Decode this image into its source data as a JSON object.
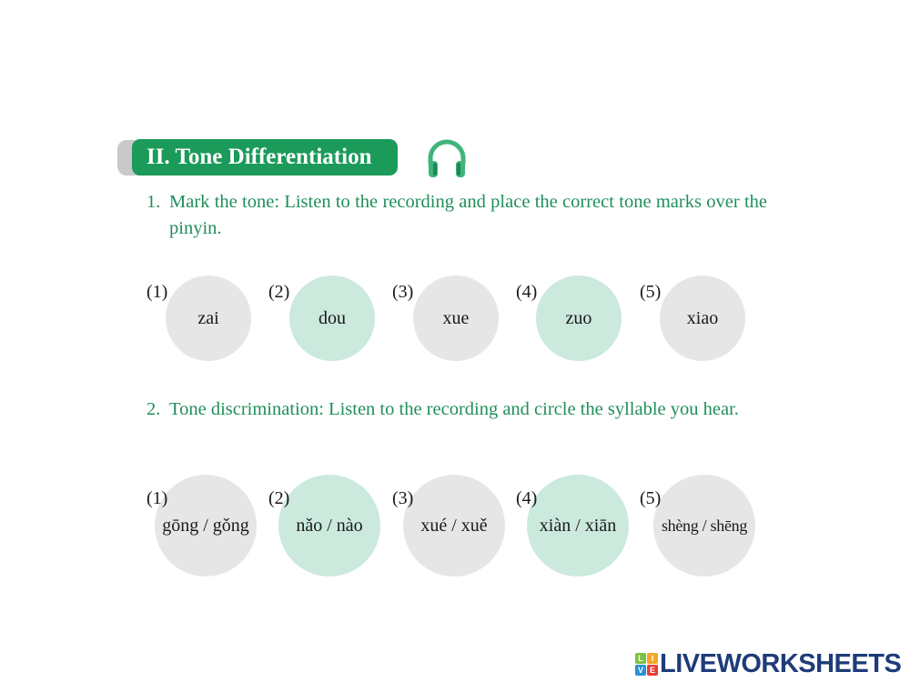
{
  "section": {
    "title": "II. Tone Differentiation",
    "audio_icon": "headphones-icon",
    "colors": {
      "accent": "#1b9a5a",
      "text_green": "#1f8f5a",
      "circle_gray": "#e6e6e6",
      "circle_green": "#cbe9dc"
    }
  },
  "exercise1": {
    "number": "1.",
    "instruction": "Mark the tone: Listen to the recording and place the correct tone marks over the pinyin.",
    "items": [
      {
        "label": "(1)",
        "text": "zai",
        "color": "gray"
      },
      {
        "label": "(2)",
        "text": "dou",
        "color": "green"
      },
      {
        "label": "(3)",
        "text": "xue",
        "color": "gray"
      },
      {
        "label": "(4)",
        "text": "zuo",
        "color": "green"
      },
      {
        "label": "(5)",
        "text": "xiao",
        "color": "gray"
      }
    ]
  },
  "exercise2": {
    "number": "2.",
    "instruction": "Tone discrimination: Listen to the recording and circle the syllable you hear.",
    "items": [
      {
        "label": "(1)",
        "text": "gōng / gǒng",
        "color": "gray"
      },
      {
        "label": "(2)",
        "text": "nǎo / nào",
        "color": "green"
      },
      {
        "label": "(3)",
        "text": "xué / xuě",
        "color": "gray"
      },
      {
        "label": "(4)",
        "text": "xiàn / xiān",
        "color": "green"
      },
      {
        "label": "(5)",
        "text": "shèng / shēng",
        "color": "gray"
      }
    ]
  },
  "footer": {
    "brand": "LIVEWORKSHEETS",
    "logo_letters": [
      "L",
      "I",
      "V",
      "E"
    ]
  }
}
